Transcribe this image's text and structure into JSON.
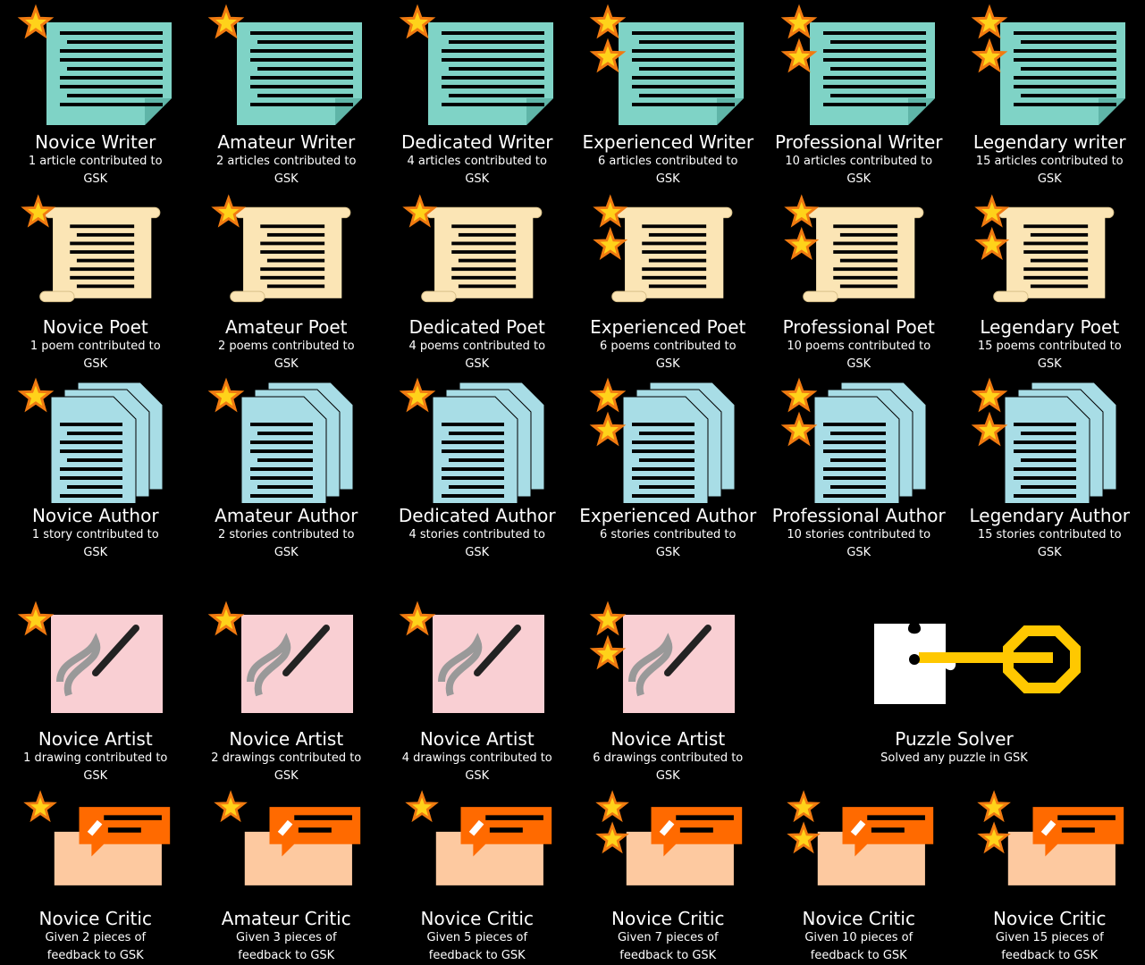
{
  "colors": {
    "doc": "#7fd3c6",
    "scroll": "#fbe5b5",
    "stack": "#a8dde6",
    "art": "#f9cfd3",
    "critic": "#fdc9a0",
    "bubble": "#ff6a00",
    "star": "#ffd21a",
    "star_edge": "#f07a10",
    "key": "#ffc800"
  },
  "badges": [
    {
      "title": "Novice Writer",
      "desc": "1 article contributed to GSK",
      "type": "doc",
      "stars": 1
    },
    {
      "title": "Amateur Writer",
      "desc": "2 articles contributed to GSK",
      "type": "doc",
      "stars": 1
    },
    {
      "title": "Dedicated Writer",
      "desc": "4 articles contributed to GSK",
      "type": "doc",
      "stars": 1
    },
    {
      "title": "Experienced Writer",
      "desc": "6 articles contributed to GSK",
      "type": "doc",
      "stars": 2
    },
    {
      "title": "Professional Writer",
      "desc": "10 articles contributed to GSK",
      "type": "doc",
      "stars": 2
    },
    {
      "title": "Legendary writer",
      "desc": "15 articles contributed to GSK",
      "type": "doc",
      "stars": 2
    },
    {
      "title": "Novice Poet",
      "desc": "1 poem contributed to GSK",
      "type": "scroll",
      "stars": 1
    },
    {
      "title": "Amateur Poet",
      "desc": "2 poems contributed to GSK",
      "type": "scroll",
      "stars": 1
    },
    {
      "title": "Dedicated Poet",
      "desc": "4 poems contributed to GSK",
      "type": "scroll",
      "stars": 1
    },
    {
      "title": "Experienced Poet",
      "desc": "6 poems contributed to GSK",
      "type": "scroll",
      "stars": 2
    },
    {
      "title": "Professional Poet",
      "desc": "10 poems contributed to GSK",
      "type": "scroll",
      "stars": 2
    },
    {
      "title": "Legendary Poet",
      "desc": "15 poems contributed to GSK",
      "type": "scroll",
      "stars": 2
    },
    {
      "title": "Novice Author",
      "desc": "1 story contributed to GSK",
      "type": "stack",
      "stars": 1
    },
    {
      "title": "Amateur Author",
      "desc": "2 stories contributed to GSK",
      "type": "stack",
      "stars": 1
    },
    {
      "title": "Dedicated Author",
      "desc": "4 stories contributed to GSK",
      "type": "stack",
      "stars": 1
    },
    {
      "title": "Experienced Author",
      "desc": "6 stories contributed to GSK",
      "type": "stack",
      "stars": 2
    },
    {
      "title": "Professional Author",
      "desc": "10 stories contributed to GSK",
      "type": "stack",
      "stars": 2
    },
    {
      "title": "Legendary Author",
      "desc": "15 stories contributed to GSK",
      "type": "stack",
      "stars": 2
    },
    {
      "title": "Novice Artist",
      "desc": "1 drawing contributed to GSK",
      "type": "art",
      "stars": 1
    },
    {
      "title": "Novice Artist",
      "desc": "2 drawings contributed to GSK",
      "type": "art",
      "stars": 1
    },
    {
      "title": "Novice Artist",
      "desc": "4 drawings contributed to GSK",
      "type": "art",
      "stars": 1
    },
    {
      "title": "Novice Artist",
      "desc": "6 drawings contributed to GSK",
      "type": "art",
      "stars": 2
    },
    {
      "title": "Puzzle Solver",
      "desc": "Solved any puzzle in GSK",
      "type": "puzzle",
      "stars": 0
    },
    {
      "title": "Novice Critic",
      "desc": "Given 2 pieces of feedback to GSK",
      "type": "critic",
      "stars": 1
    },
    {
      "title": "Amateur Critic",
      "desc": "Given 3 pieces of feedback to GSK",
      "type": "critic",
      "stars": 1
    },
    {
      "title": "Novice Critic",
      "desc": "Given 5 pieces of feedback to GSK",
      "type": "critic",
      "stars": 1
    },
    {
      "title": "Novice Critic",
      "desc": "Given 7 pieces of feedback to GSK",
      "type": "critic",
      "stars": 2
    },
    {
      "title": "Novice Critic",
      "desc": "Given 10 pieces of feedback to GSK",
      "type": "critic",
      "stars": 2
    },
    {
      "title": "Novice Critic",
      "desc": "Given 15 pieces of feedback to GSK",
      "type": "critic",
      "stars": 2
    }
  ]
}
